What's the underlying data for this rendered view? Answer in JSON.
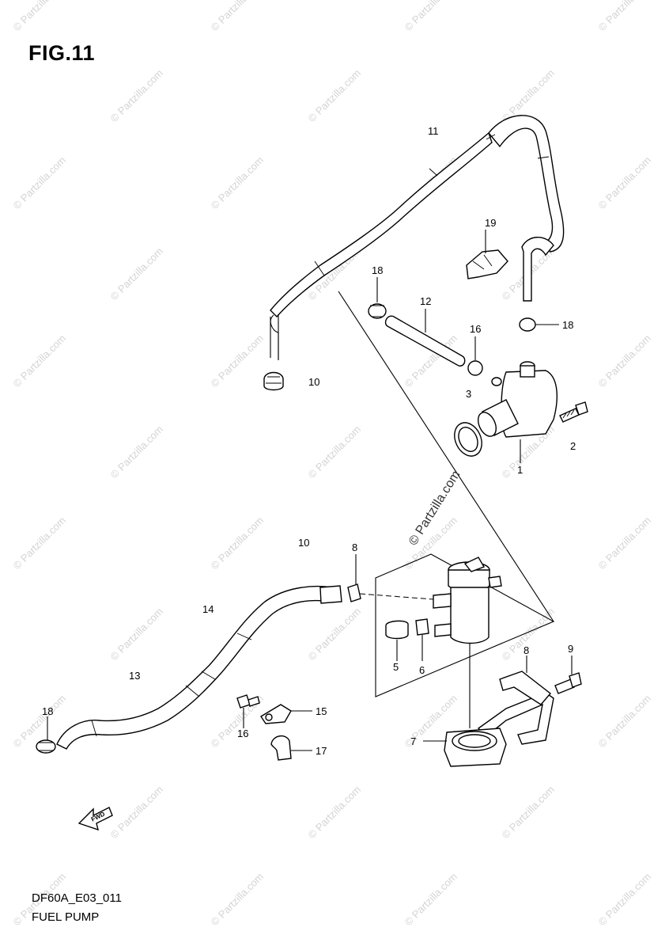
{
  "figure": {
    "title": "FIG.11",
    "code": "DF60A_E03_011",
    "name": "FUEL PUMP"
  },
  "watermark": {
    "text": "© Partzilla.com",
    "center_text": "© Partzilla.com"
  },
  "direction_indicator": {
    "text": "FWD",
    "icon": "forward-arrow-icon"
  },
  "callouts": [
    {
      "id": "11",
      "text": "11"
    },
    {
      "id": "19",
      "text": "19"
    },
    {
      "id": "18a",
      "text": "18"
    },
    {
      "id": "12",
      "text": "12"
    },
    {
      "id": "18b",
      "text": "18"
    },
    {
      "id": "16",
      "text": "16"
    },
    {
      "id": "3",
      "text": "3"
    },
    {
      "id": "10a",
      "text": "10"
    },
    {
      "id": "2",
      "text": "2"
    },
    {
      "id": "1",
      "text": "1"
    },
    {
      "id": "10b",
      "text": "10"
    },
    {
      "id": "8a",
      "text": "8"
    },
    {
      "id": "14",
      "text": "14"
    },
    {
      "id": "13",
      "text": "13"
    },
    {
      "id": "5",
      "text": "5"
    },
    {
      "id": "6",
      "text": "6"
    },
    {
      "id": "8b",
      "text": "8"
    },
    {
      "id": "9",
      "text": "9"
    },
    {
      "id": "18c",
      "text": "18"
    },
    {
      "id": "15",
      "text": "15"
    },
    {
      "id": "16b",
      "text": "16"
    },
    {
      "id": "17",
      "text": "17"
    },
    {
      "id": "7",
      "text": "7"
    }
  ]
}
